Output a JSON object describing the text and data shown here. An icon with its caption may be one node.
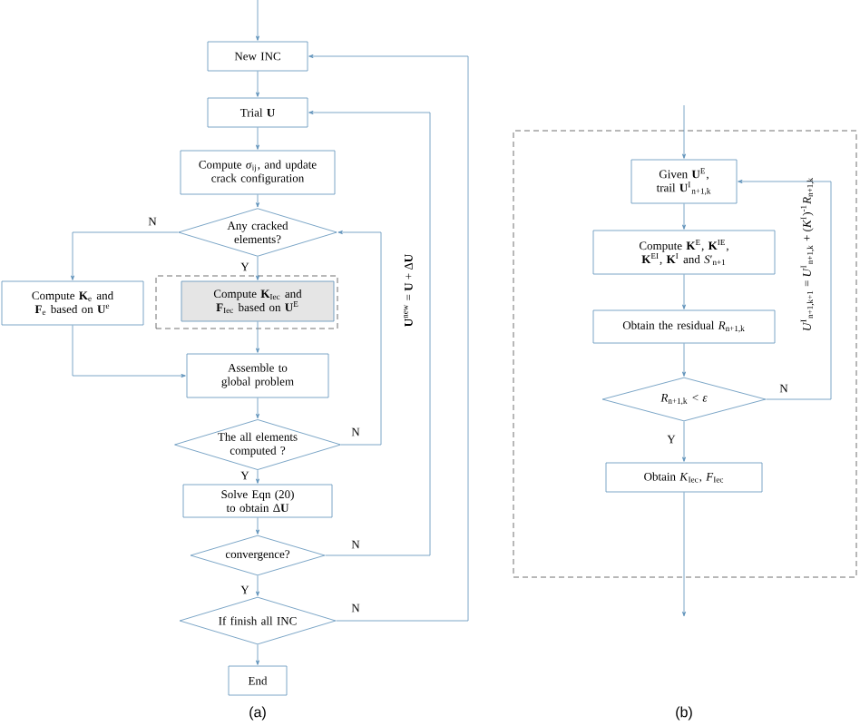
{
  "diagram": {
    "nodes": [
      {
        "text": [
          "New INC"
        ]
      },
      {
        "text": [
          "Trial **U**"
        ]
      },
      {
        "text": [
          "Compute *σ*$_{ij}$, and update crack configuration"
        ]
      },
      {
        "text": [
          "Any cracked elements?"
        ]
      },
      {
        "text": [
          "Compute **K**$_{e}$ and **F**$_{e}$ based on **U**$^{e}$"
        ]
      },
      {
        "text": [],
        "shape": "box"
      },
      {
        "text": [
          "Compute **K**$_{Iec}$ and **F**$_{Iec}$ based on **U**$^{E}$"
        ],
        "in": 5
      },
      {
        "text": [
          "Assemble to global problem"
        ]
      },
      {
        "text": [
          "The all elements computed ?"
        ]
      },
      {
        "text": [
          "Solve Eqn (20) to obtain Δ**U**"
        ]
      },
      {
        "text": [
          "convergence?"
        ]
      },
      {
        "text": [
          "If finish all INC"
        ]
      },
      {
        "text": [
          "End"
        ]
      },
      {
        "text": [],
        "shape": "box"
      },
      {
        "text": [
          "Given **U**$^{E}$, trail **U**$^{I}$$_{n+1,k}$"
        ],
        "in": 13
      },
      {
        "text": [
          "Compute **K**$^{E}$, **K**$^{IE}$, **K**$^{EI}$, **K**$^{I}$ and *S*′$_{n+1}$"
        ],
        "in": 13
      },
      {
        "text": [
          "Obtain the residual *R*$_{n+1,k}$"
        ],
        "in": 13
      },
      {
        "text": [
          "*R*$_{n+1,k}$ < *ε*"
        ],
        "in": 13
      },
      {
        "text": [
          "Obtain *K*$_{Iec}$, *F*$_{Iec}$"
        ],
        "in": 13
      }
    ],
    "edges": [
      {
        "from": null,
        "to": 0,
        "arrow": "to"
      },
      {
        "from": 0,
        "to": 1,
        "arrow": "to"
      },
      {
        "from": 1,
        "to": 2,
        "arrow": "to"
      },
      {
        "from": 2,
        "to": 3,
        "arrow": "to"
      },
      {
        "from": 3,
        "to": 4,
        "arrow": "to",
        "label": "N"
      },
      {
        "from": 3,
        "to": 6,
        "arrow": "to",
        "label": "Y"
      },
      {
        "from": 4,
        "to": 7,
        "arrow": "to"
      },
      {
        "from": 6,
        "to": 7,
        "arrow": "to"
      },
      {
        "from": 7,
        "to": 8,
        "arrow": "to"
      },
      {
        "from": 8,
        "to": 3,
        "arrow": "to",
        "label": "N"
      },
      {
        "from": 8,
        "to": 9,
        "arrow": "to",
        "label": "Y"
      },
      {
        "from": 9,
        "to": 10,
        "arrow": "to"
      },
      {
        "from": 10,
        "to": 1,
        "arrow": "to",
        "label": "N"
      },
      {
        "from": 10,
        "to": 11,
        "arrow": "to",
        "label": "Y"
      },
      {
        "from": 11,
        "to": 0,
        "arrow": "to",
        "label": "N"
      },
      {
        "from": 11,
        "to": 12,
        "arrow": "to"
      },
      {
        "from": null,
        "to": 14,
        "arrow": "to"
      },
      {
        "from": 14,
        "to": 15,
        "arrow": "to"
      },
      {
        "from": 15,
        "to": 16,
        "arrow": "to"
      },
      {
        "from": 16,
        "to": 17,
        "arrow": "to"
      },
      {
        "from": 17,
        "to": 14,
        "arrow": "to",
        "label": "N"
      },
      {
        "from": 17,
        "to": 18,
        "arrow": "to",
        "label": "Y"
      },
      {
        "from": 18,
        "to": null,
        "arrow": "to"
      }
    ],
    "labels": [
      "**U**$^{new}$ = **U** + Δ**U**",
      "*U*$^{I}$$_{n+1,k+1}$ = *U*$^{I}$$_{n+1,k}$ + (*K*$^{I}$)$^{-1}$*R*$_{n+1,k}$",
      "(a)",
      "(b)"
    ]
  }
}
